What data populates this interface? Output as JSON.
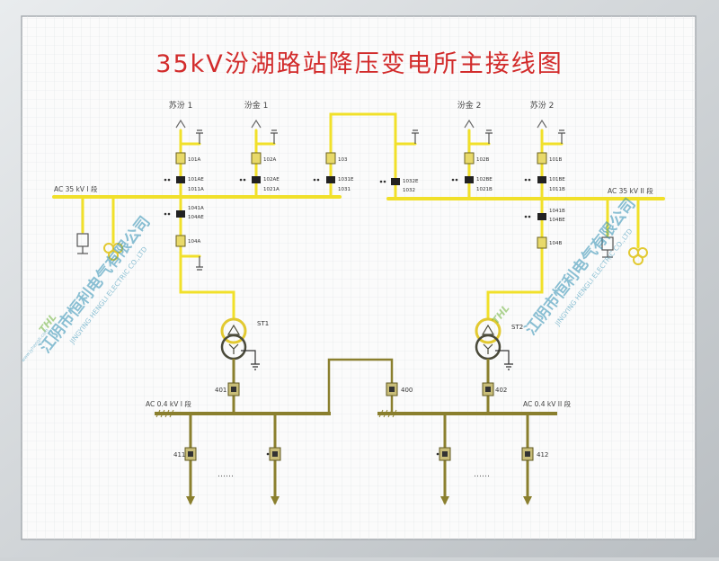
{
  "title": "35kV汾湖路站降压变电所主接线图",
  "colors": {
    "yellow": "#f1e02a",
    "olive": "#8a7f2e",
    "title_red": "#d22b2b",
    "watermark": "#2e8fb3"
  },
  "feeders": {
    "top_left_1": "苏汾 1",
    "top_left_2": "汾金 1",
    "top_right_1": "汾金 2",
    "top_right_2": "苏汾 2"
  },
  "buses": {
    "hv_left": "AC 35 kV I 段",
    "hv_right": "AC 35 kV II 段",
    "lv_left": "AC 0.4 kV I 段",
    "lv_right": "AC 0.4 kV II 段"
  },
  "device_labels": {
    "d101A": "101A",
    "d101AE": "101AE",
    "d1011A": "1011A",
    "d102A": "102A",
    "d102AE": "102AE",
    "d1021A": "1021A",
    "d103": "103",
    "d1031E": "1031E",
    "d1031": "1031",
    "d1032E": "1032E",
    "d1032": "1032",
    "d102B": "102B",
    "d102BE": "102BE",
    "d1021B": "1021B",
    "d101B": "101B",
    "d101BE": "101BE",
    "d1011B": "1011B",
    "d1041A": "1041A",
    "d104AE": "104AE",
    "d104A": "104A",
    "d1041B": "1041B",
    "d104BE": "104BE",
    "d104B": "104B",
    "st1": "ST1",
    "st2": "ST2",
    "d401": "401",
    "d400": "400",
    "d402": "402",
    "d411": "411",
    "d412": "412"
  },
  "ellipsis": "……",
  "watermark": {
    "company_cn": "江阴市恒利电气有限公司",
    "company_en": "JINGYING HENGLI ELECTRIC CO.,LTD",
    "logo": "THL",
    "url": "www.jyhengli.com"
  }
}
